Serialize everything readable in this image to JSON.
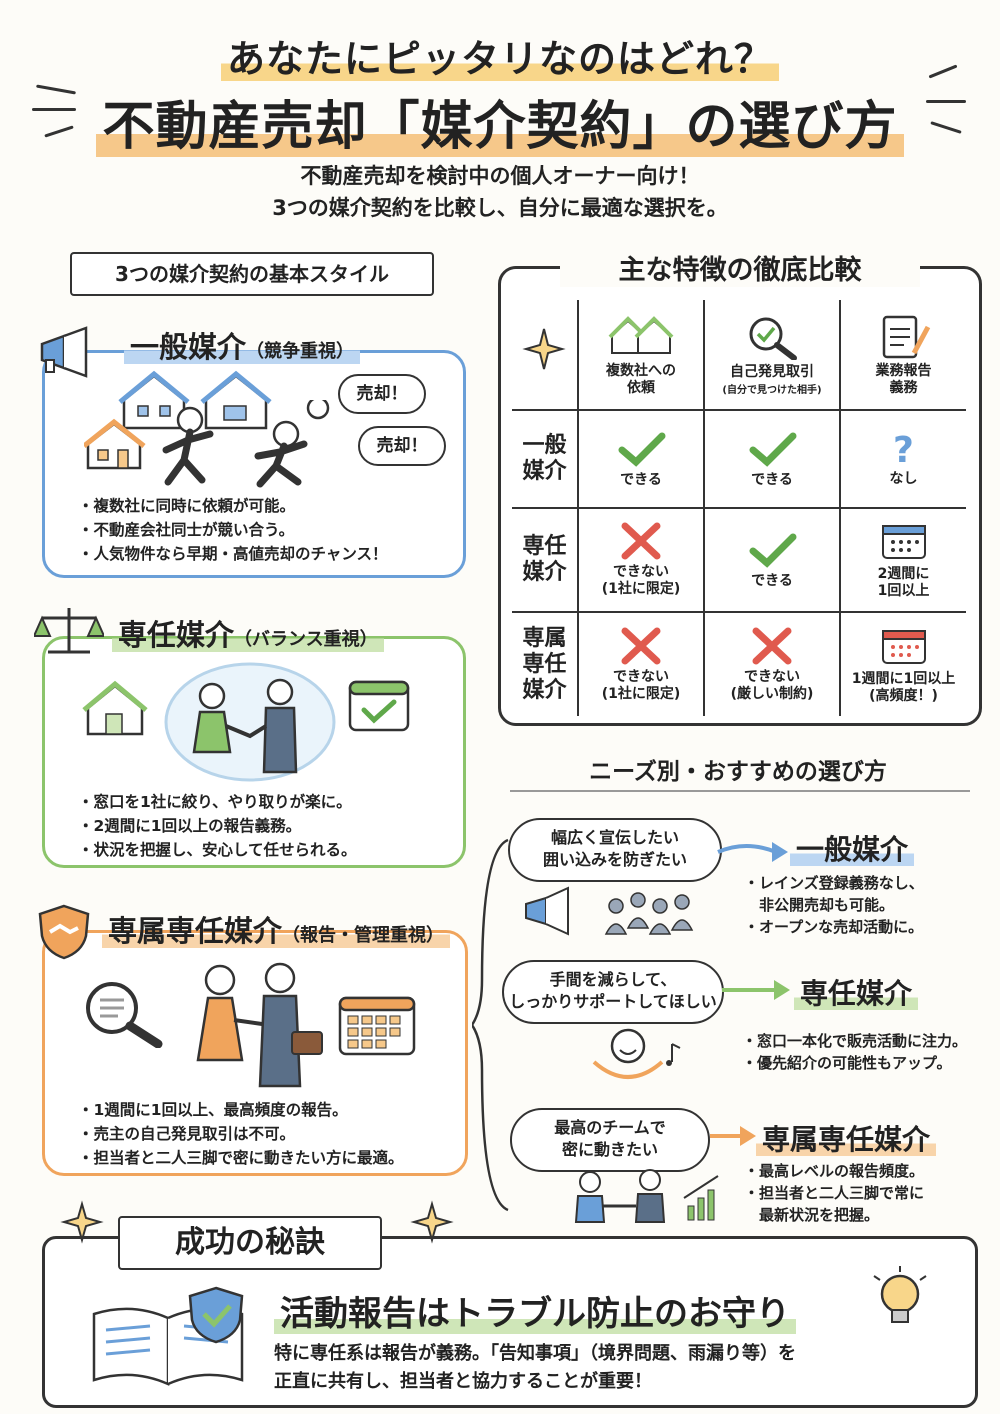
{
  "header": {
    "title_line1": "あなたにピッタリなのはどれ？",
    "title_line2": "不動産売却「媒介契約」の選び方",
    "intro_line1": "不動産売却を検討中の個人オーナー向け！",
    "intro_line2": "3つの媒介契約を比較し、自分に最適な選択を。"
  },
  "left": {
    "ribbon": "3つの媒介契約の基本スタイル",
    "general": {
      "name": "一般媒介",
      "tag": "（競争重視）",
      "shout1": "売却！",
      "shout2": "売却！",
      "bullets": [
        "・複数社に同時に依頼が可能。",
        "・不動産会社同士が競い合う。",
        "・人気物件なら早期・高値売却のチャンス！"
      ]
    },
    "exclusive": {
      "name": "専任媒介",
      "tag": "（バランス重視）",
      "bullets": [
        "・窓口を1社に絞り、やり取りが楽に。",
        "・2週間に1回以上の報告義務。",
        "・状況を把握し、安心して任せられる。"
      ]
    },
    "dedicated": {
      "name": "専属専任媒介",
      "tag": "（報告・管理重視）",
      "bullets": [
        "・1週間に1回以上、最高頻度の報告。",
        "・売主の自己発見取引は不可。",
        "・担当者と二人三脚で密に動きたい方に最適。"
      ]
    }
  },
  "compare": {
    "title": "主な特徴の徹底比較",
    "headers": [
      {
        "main": "複数社への\n依頼",
        "sub": ""
      },
      {
        "main": "自己発見取引",
        "sub": "(自分で見つけた相手)"
      },
      {
        "main": "業務報告\n義務",
        "sub": ""
      }
    ],
    "rows": [
      {
        "label": "一般\n媒介",
        "cells": [
          "できる",
          "できる",
          "なし"
        ]
      },
      {
        "label": "専任\n媒介",
        "cells": [
          "できない\n(1社に限定)",
          "できる",
          "2週間に\n1回以上"
        ]
      },
      {
        "label": "専属\n専任\n媒介",
        "cells": [
          "できない\n(1社に限定)",
          "できない\n(厳しい制約)",
          "1週間に1回以上\n(高頻度！)"
        ]
      }
    ]
  },
  "needs": {
    "title": "ニーズ別・おすすめの選び方",
    "items": [
      {
        "bubble": "幅広く宣伝したい\n囲い込みを防ぎたい",
        "result": "一般媒介",
        "bullets": [
          "・レインズ登録義務なし、",
          "　非公開売却も可能。",
          "・オープンな売却活動に。"
        ]
      },
      {
        "bubble": "手間を減らして、\nしっかりサポートしてほしい",
        "result": "専任媒介",
        "bullets": [
          "・窓口一本化で販売活動に注力。",
          "・優先紹介の可能性もアップ。"
        ]
      },
      {
        "bubble": "最高のチームで\n密に動きたい",
        "result": "専属専任媒介",
        "bullets": [
          "・最高レベルの報告頻度。",
          "・担当者と二人三脚で常に",
          "　最新状況を把握。"
        ]
      }
    ]
  },
  "secret": {
    "ribbon": "成功の秘訣",
    "headline": "活動報告はトラブル防止のお守り",
    "body_line1": "特に専任系は報告が義務。「告知事項」（境界問題、雨漏り等）を",
    "body_line2": "正直に共有し、担当者と協力することが重要！"
  },
  "colors": {
    "blue": "#6a9fd8",
    "green": "#8cc46b",
    "orange": "#f0a45c",
    "check": "#5fa84a",
    "cross": "#e05a4e"
  }
}
